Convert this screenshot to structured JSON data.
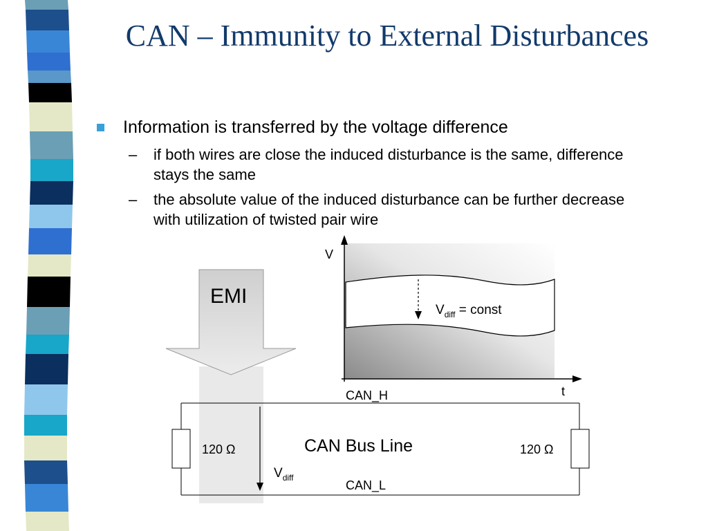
{
  "title": "CAN – Immunity to External Disturbances",
  "bullets": {
    "main": "Information is transferred by the voltage difference",
    "sub": [
      {
        "dash": "–",
        "text": "if both wires are close the induced disturbance is the same, difference stays the same"
      },
      {
        "dash": "–",
        "text": "the absolute value of the induced disturbance can be further decrease with utilization of twisted pair wire"
      }
    ]
  },
  "diagram": {
    "emi_label": "EMI",
    "axis_v": "V",
    "axis_t": "t",
    "vdiff_base": "V",
    "vdiff_sub": "diff",
    "vdiff_rest": " = const",
    "can_h": "CAN_H",
    "can_l": "CAN_L",
    "bus_label": "CAN Bus Line",
    "resistor_left": "120 Ω",
    "resistor_right": "120 Ω",
    "vdiff2_base": "V",
    "vdiff2_sub": "diff"
  },
  "colors": {
    "title": "#123a6b",
    "bullet_marker": "#3aa0d8",
    "stripes": [
      "#6a9fb5",
      "#1d4f8c",
      "#2f6fd0",
      "#e5e8c6",
      "#000000",
      "#8fc7ec",
      "#18a6c9",
      "#0b2f5e"
    ]
  }
}
